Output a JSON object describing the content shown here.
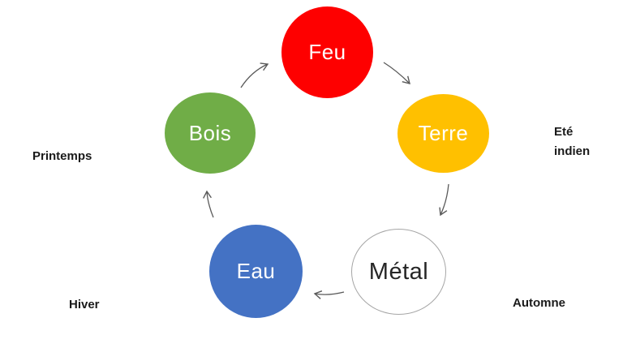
{
  "diagram": {
    "type": "cycle",
    "background": "#ffffff",
    "arrow_color": "#595959",
    "nodes": {
      "feu": {
        "label": "Feu",
        "color": "#fe0000",
        "text_color": "#ffffff"
      },
      "terre": {
        "label": "Terre",
        "color": "#ffc000",
        "text_color": "#ffffff"
      },
      "metal": {
        "label": "Métal",
        "color": "#ffffff",
        "text_color": "#262626",
        "border_color": "#a6a6a6"
      },
      "eau": {
        "label": "Eau",
        "color": "#4472c4",
        "text_color": "#ffffff"
      },
      "bois": {
        "label": "Bois",
        "color": "#70ad47",
        "text_color": "#ffffff"
      }
    },
    "seasons": {
      "printemps": "Printemps",
      "ete_indien": "Eté indien",
      "hiver": "Hiver",
      "automne": "Automne"
    },
    "arrows": [
      {
        "from": "bois",
        "to": "feu"
      },
      {
        "from": "feu",
        "to": "terre"
      },
      {
        "from": "terre",
        "to": "metal"
      },
      {
        "from": "metal",
        "to": "eau"
      },
      {
        "from": "eau",
        "to": "bois"
      }
    ]
  }
}
